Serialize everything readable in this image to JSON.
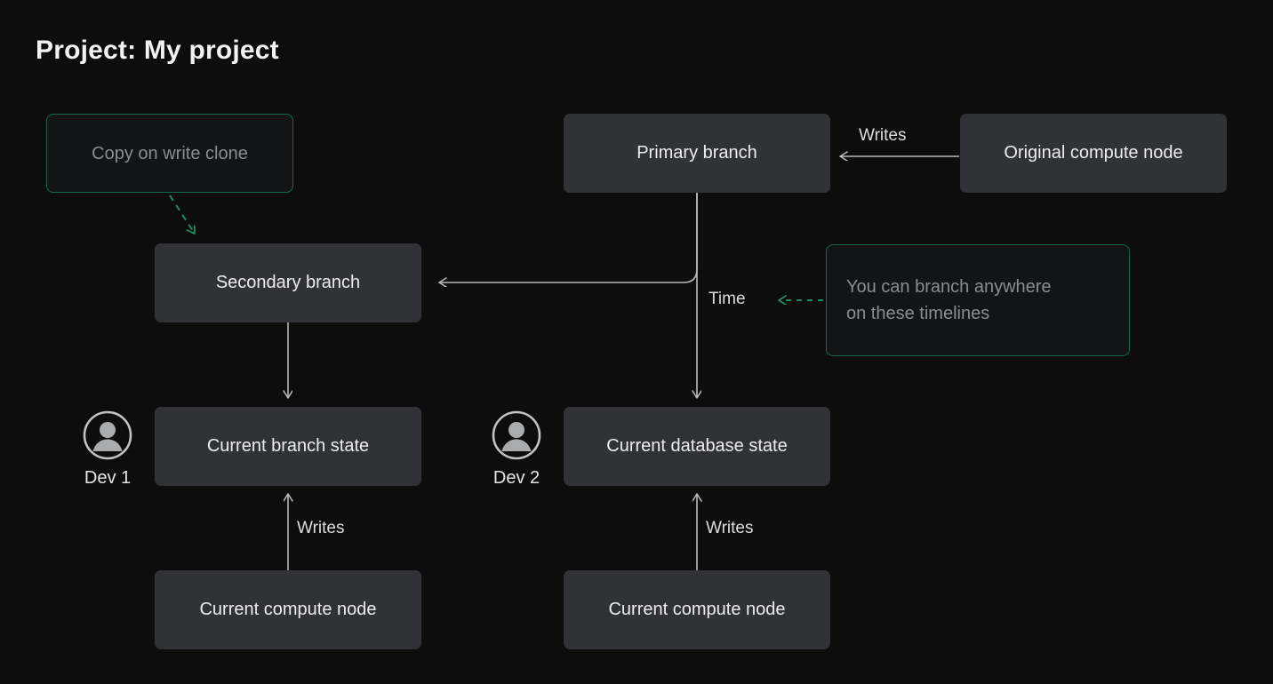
{
  "page": {
    "title": "Project: My project",
    "background_color": "#0d0d0d"
  },
  "colors": {
    "node_fill": "#303236",
    "node_text": "#ededed",
    "accent_green": "#17684b",
    "annotation_text": "#8a8d92",
    "edge_stroke": "#b9b9b9",
    "title_text": "#f2f2f2"
  },
  "nodes": {
    "copy_on_write_clone": {
      "label": "Copy on write clone"
    },
    "primary_branch": {
      "label": "Primary branch"
    },
    "original_compute_node": {
      "label": "Original compute node"
    },
    "secondary_branch": {
      "label": "Secondary branch"
    },
    "branch_anywhere_note": {
      "label": "You can branch anywhere on these timelines",
      "line1": "You can branch anywhere",
      "line2": "on these timelines"
    },
    "current_branch_state": {
      "label": "Current branch state"
    },
    "current_database_state": {
      "label": "Current database state"
    },
    "current_compute_node_left": {
      "label": "Current compute node"
    },
    "current_compute_node_right": {
      "label": "Current compute node"
    }
  },
  "avatars": [
    {
      "name": "Dev 1",
      "icon": "user-avatar-icon"
    },
    {
      "name": "Dev 2",
      "icon": "user-avatar-icon"
    }
  ],
  "edge_labels": {
    "writes_top": "Writes",
    "writes_left": "Writes",
    "writes_right": "Writes",
    "time": "Time"
  }
}
